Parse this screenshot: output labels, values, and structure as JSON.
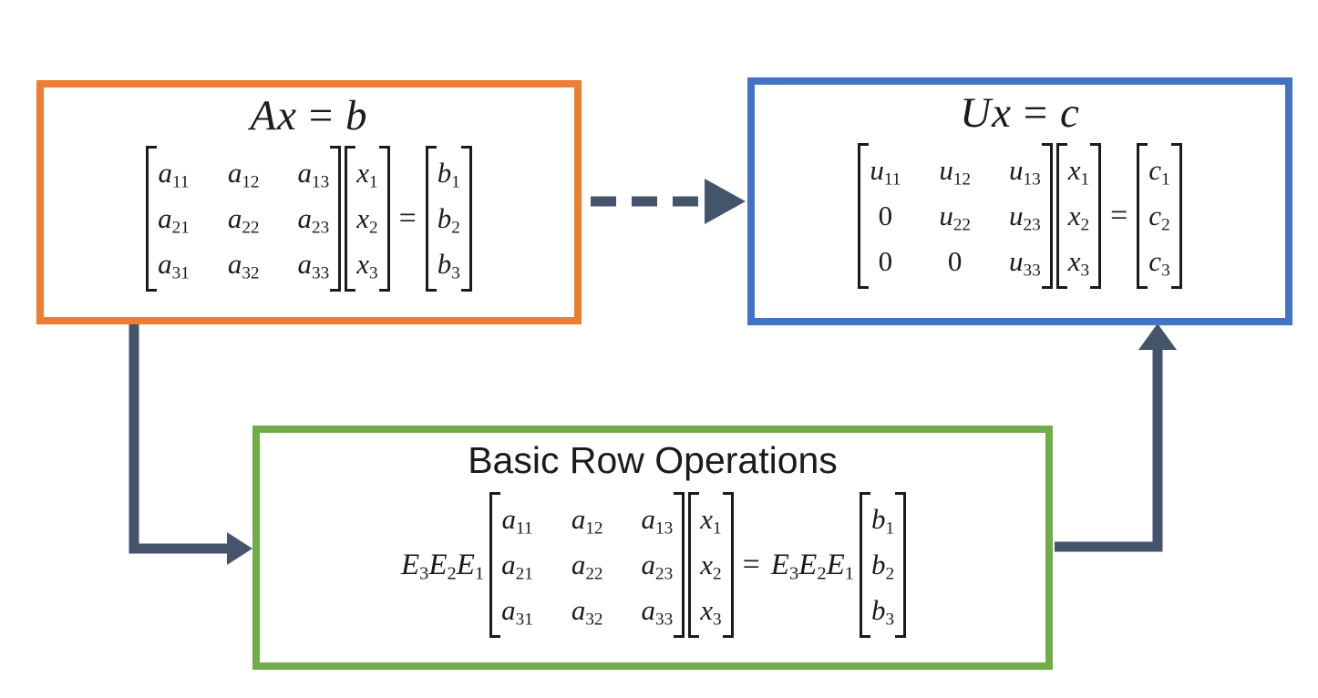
{
  "colors": {
    "axb_border": "#ED7D31",
    "uxc_border": "#4472C4",
    "row_ops_border": "#70AD47",
    "arrow": "#44546A",
    "text": "#1b1b1b",
    "background": "#ffffff"
  },
  "boxes": {
    "axb": {
      "title": "Ax = b",
      "matrix": [
        [
          "a_11",
          "a_12",
          "a_13"
        ],
        [
          "a_21",
          "a_22",
          "a_23"
        ],
        [
          "a_31",
          "a_32",
          "a_33"
        ]
      ],
      "x_vector": [
        "x_1",
        "x_2",
        "x_3"
      ],
      "equals": "=",
      "rhs_vector": [
        "b_1",
        "b_2",
        "b_3"
      ]
    },
    "uxc": {
      "title": "Ux = c",
      "matrix": [
        [
          "u_11",
          "u_12",
          "u_13"
        ],
        [
          "0",
          "u_22",
          "u_23"
        ],
        [
          "0",
          "0",
          "u_33"
        ]
      ],
      "x_vector": [
        "x_1",
        "x_2",
        "x_3"
      ],
      "equals": "=",
      "rhs_vector": [
        "c_1",
        "c_2",
        "c_3"
      ]
    },
    "row_ops": {
      "title": "Basic Row Operations",
      "lhs_prefix": "E_3E_2E_1",
      "matrix": [
        [
          "a_11",
          "a_12",
          "a_13"
        ],
        [
          "a_21",
          "a_22",
          "a_23"
        ],
        [
          "a_31",
          "a_32",
          "a_33"
        ]
      ],
      "x_vector": [
        "x_1",
        "x_2",
        "x_3"
      ],
      "equals": "=",
      "rhs_prefix": "E_3E_2E_1",
      "rhs_vector": [
        "b_1",
        "b_2",
        "b_3"
      ]
    }
  },
  "edges": [
    {
      "from": "axb",
      "to": "uxc",
      "style": "dashed"
    },
    {
      "from": "axb",
      "to": "row_ops",
      "style": "solid-elbow"
    },
    {
      "from": "row_ops",
      "to": "uxc",
      "style": "solid-elbow"
    }
  ]
}
